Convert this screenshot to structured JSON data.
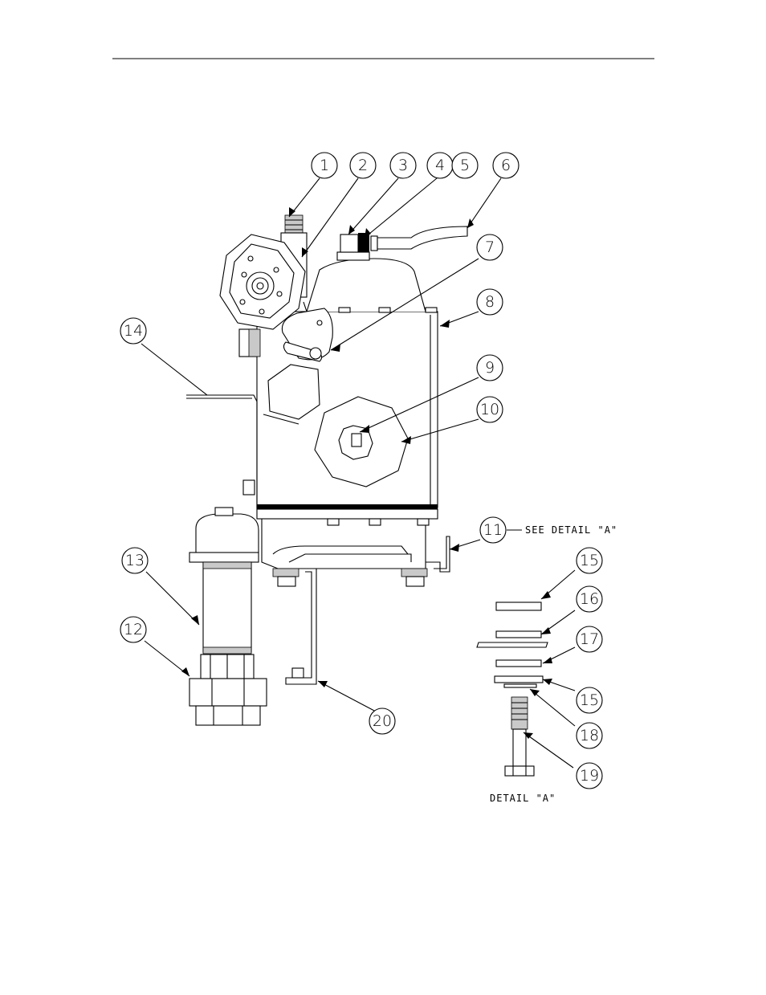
{
  "callouts": {
    "c1": "1",
    "c2": "2",
    "c3": "3",
    "c4": "4",
    "c5": "5",
    "c6": "6",
    "c7": "7",
    "c8": "8",
    "c9": "9",
    "c10": "10",
    "c11": "11",
    "c12": "12",
    "c13": "13",
    "c14": "14",
    "c15a": "15",
    "c15b": "15",
    "c16": "16",
    "c17": "17",
    "c18": "18",
    "c19": "19",
    "c20": "20"
  },
  "notes": {
    "see_detail": "SEE DETAIL \"A\"",
    "detail_label": "DETAIL \"A\""
  }
}
